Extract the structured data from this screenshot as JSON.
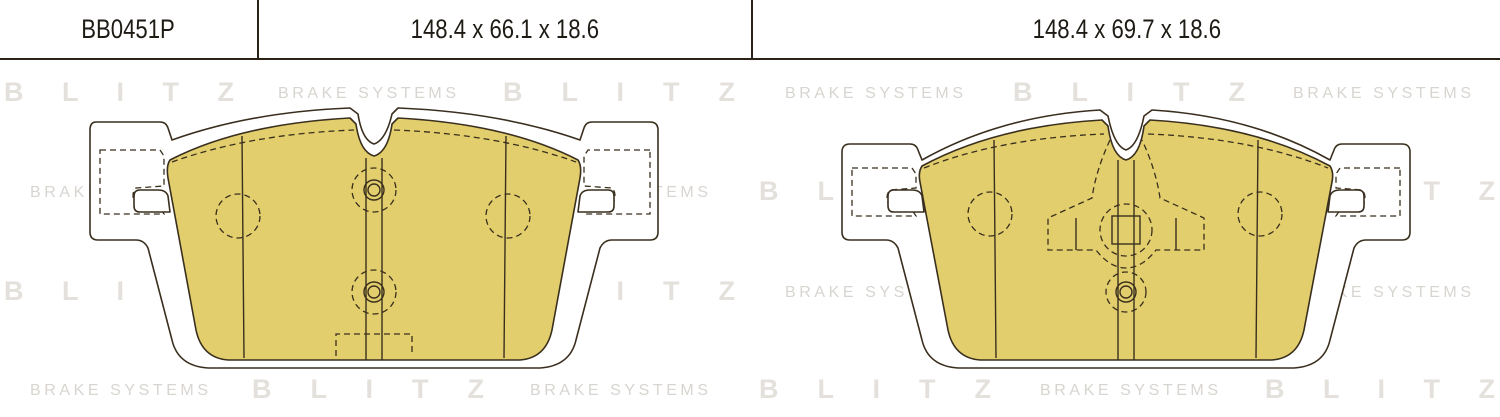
{
  "header": {
    "part_code": "BB0451P",
    "dims_left": "148.4 x 66.1 x 18.6",
    "dims_right": "148.4 x 69.7 x 18.6"
  },
  "watermark": {
    "logo_text": "B L I T Z",
    "tagline": "BRAKE SYSTEMS"
  },
  "colors": {
    "pad_fill": "#e2ce6c",
    "line": "#3a2f1e",
    "watermark": "#e4e1dc"
  }
}
